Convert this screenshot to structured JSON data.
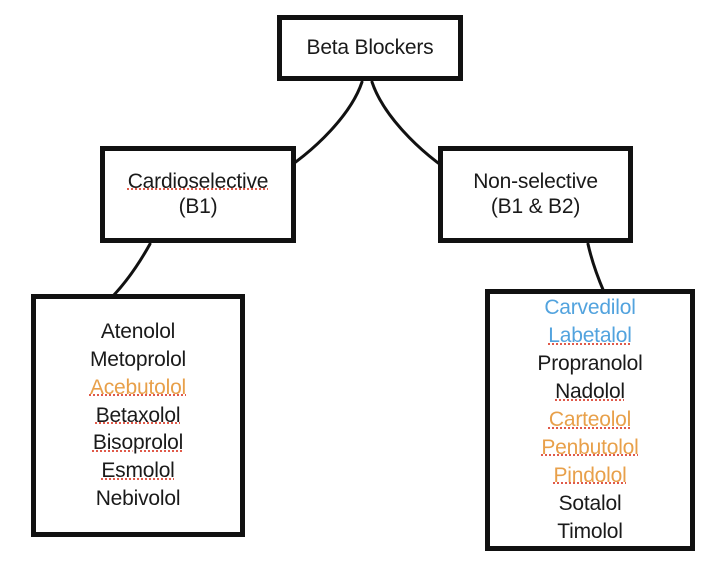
{
  "diagram": {
    "title": "Beta Blockers classification tree",
    "root": {
      "label": "Beta Blockers"
    },
    "branches": [
      {
        "name": "cardioselective",
        "line1": "Cardioselective",
        "line2": "(B1)",
        "line1_spellcheck": true
      },
      {
        "name": "non-selective",
        "line1": "Non-selective",
        "line2": "(B1 & B2)",
        "line1_spellcheck": false
      }
    ],
    "lists": [
      {
        "name": "cardioselective-drugs",
        "drugs": [
          {
            "label": "Atenolol",
            "color": "black",
            "spellcheck": false
          },
          {
            "label": "Metoprolol",
            "color": "black",
            "spellcheck": false
          },
          {
            "label": "Acebutolol",
            "color": "orange",
            "spellcheck": true
          },
          {
            "label": "Betaxolol",
            "color": "black",
            "spellcheck": true
          },
          {
            "label": "Bisoprolol",
            "color": "black",
            "spellcheck": true
          },
          {
            "label": "Esmolol",
            "color": "black",
            "spellcheck": true
          },
          {
            "label": "Nebivolol",
            "color": "black",
            "spellcheck": false
          }
        ]
      },
      {
        "name": "non-selective-drugs",
        "drugs": [
          {
            "label": "Carvedilol",
            "color": "blue",
            "spellcheck": false
          },
          {
            "label": "Labetalol",
            "color": "blue",
            "spellcheck": true
          },
          {
            "label": "Propranolol",
            "color": "black",
            "spellcheck": false
          },
          {
            "label": "Nadolol",
            "color": "black",
            "spellcheck": true
          },
          {
            "label": "Carteolol",
            "color": "orange",
            "spellcheck": true
          },
          {
            "label": "Penbutolol",
            "color": "orange",
            "spellcheck": true
          },
          {
            "label": "Pindolol",
            "color": "orange",
            "spellcheck": true
          },
          {
            "label": "Sotalol",
            "color": "black",
            "spellcheck": false
          },
          {
            "label": "Timolol",
            "color": "black",
            "spellcheck": false
          }
        ]
      }
    ],
    "colors": {
      "border": "#111111",
      "text": "#1a1a1a",
      "orange": "#e8a04a",
      "blue": "#52a3de",
      "spellcheck": "#e05a4a",
      "background": "#ffffff"
    }
  }
}
